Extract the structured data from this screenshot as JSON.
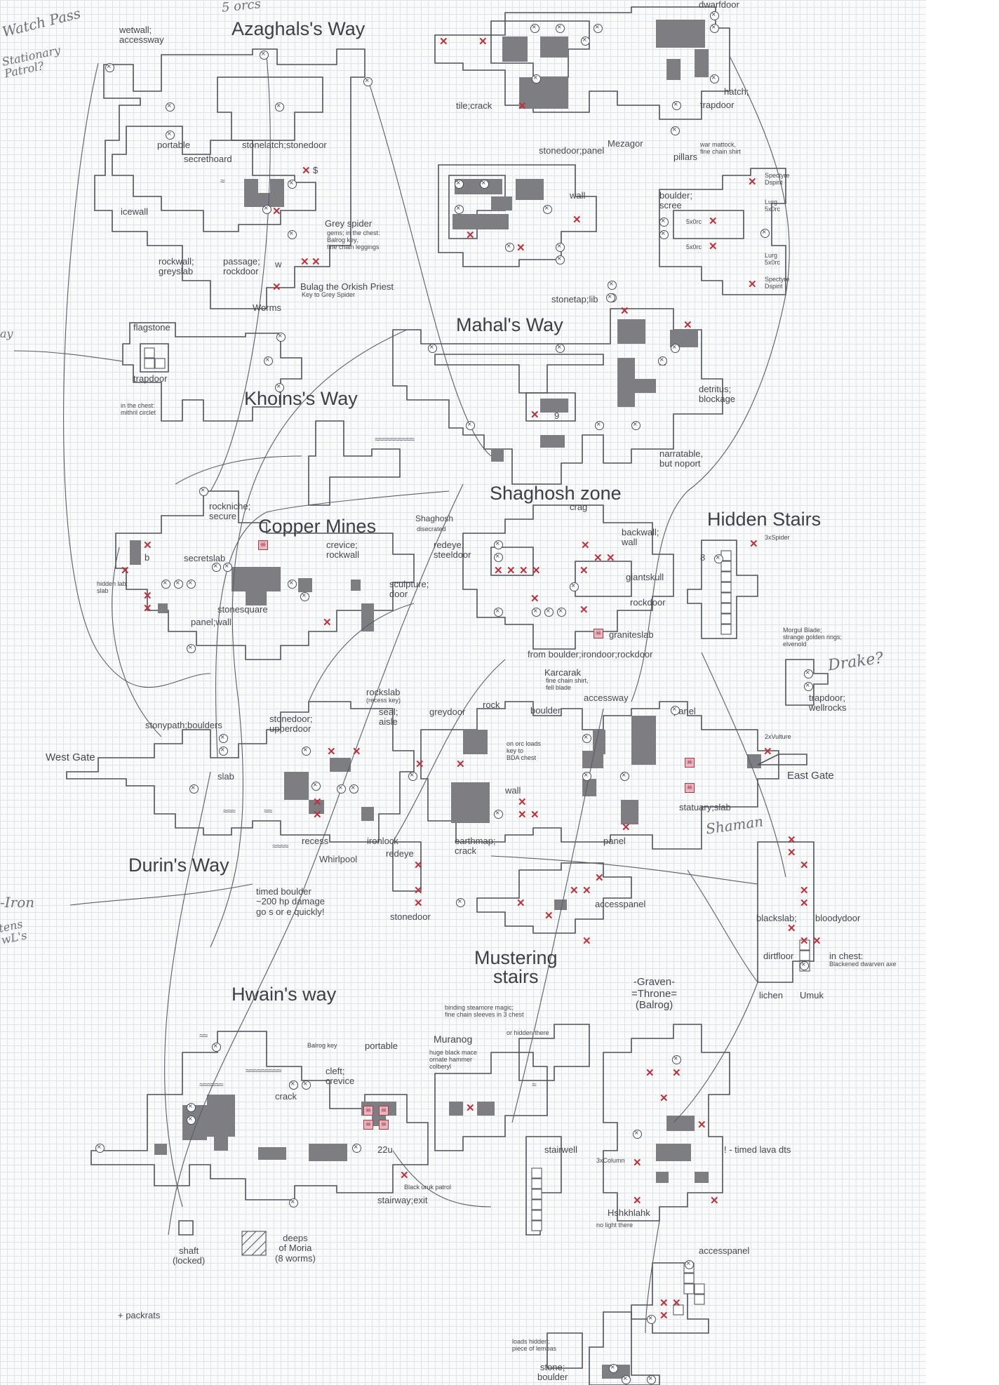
{
  "regions": {
    "azaghal": "Azaghals's Way",
    "mahal": "Mahal's Way",
    "khoin": "Khoins's Way",
    "shaghosh": "Shaghosh zone",
    "copper": "Copper Mines",
    "hidden": "Hidden Stairs",
    "durin": "Durin's Way",
    "mustering": "Mustering\nstairs",
    "hwain": "Hwain's way",
    "throne": "-Graven-\n=Throne=\n(Balrog)",
    "west_gate": "West Gate",
    "east_gate": "East Gate"
  },
  "labels": {
    "wetwall": "wetwall;\naccessway",
    "dwarfdoor": "dwarfdoor",
    "portable_top": "portable",
    "secrethoard": "secrethoard",
    "stonelatch": "stonelatch;stonedoor",
    "icewall": "icewall",
    "tilecrack": "tile;crack",
    "hatch": "hatch;",
    "trapdoor_top": "trapdoor",
    "stonedoor_panel": "stonedoor;panel",
    "mezagor": "Mezagor",
    "pillars": "pillars",
    "grey_spider": "Grey spider",
    "rockwall_greyslab": "rockwall;\ngreyslab",
    "passage_rockdoor": "passage;\nrockdoor",
    "bulag": "Bulag the Orkish Priest",
    "worms": "Worms",
    "wall_mid": "wall",
    "boulder_scree": "boulder;\nscree",
    "stonetap": "stonetap;lib",
    "flagstone": "flagstone",
    "trapdoor_left": "trapdoor",
    "detritus": "detritus;\nblockage",
    "narratable": "narratable,\nbut noport",
    "rockniche": "rockniche;\nsecure",
    "secretslab": "secretslab",
    "crevice_rockwall": "crevice;\nrockwall",
    "shaghosh_npc": "Shaghosh",
    "redeye_steeldoor": "redeye;\nsteeldoor",
    "crag": "crag",
    "backwall": "backwall;\nwall",
    "giantskull": "giantskull",
    "sculpture_door": "sculpture;\ndoor",
    "rockdoor_mid": "rockdoor",
    "graniteslab": "graniteslab",
    "stonesquare": "stonesquare",
    "panelwall": "panel;wall",
    "from_boulder": "from boulder;irondoor;rockdoor",
    "karcarak": "Karcarak",
    "rockslab": "rockslab",
    "stonedoor_upperdoor": "stonedoor;\nupperdoor",
    "seal_aisle": "seal;\naisle",
    "greydoor": "greydoor",
    "rock": "rock",
    "boulder_mid": "boulder",
    "accessway": "accessway",
    "panel_right": "panel",
    "stonypath": "stonypath;boulders",
    "slab": "slab",
    "recess": "recess",
    "ironlock": "ironlock",
    "whirlpool": "Whirlpool",
    "redeye_low": "redeye",
    "earthmap_crack": "earthmap;\ncrack",
    "wall_low": "wall",
    "panel_low": "panel",
    "statuary_slab": "statuary;slab",
    "trapdoor_wellrocks": "trapdoor;\nwellrocks",
    "timed_boulder": "timed boulder\n~200 hp damage\ngo s or e quickly!",
    "stonedoor_low": "stonedoor",
    "accesspanel_mid": "accesspanel",
    "blackslab": "blackslab;",
    "bloodydoor": "bloodydoor",
    "dirtfloor": "dirtfloor",
    "in_chest": "in chest:",
    "lichen": "lichen",
    "umuk": "Umuk",
    "balrog_key": "Balrog key",
    "portable_low": "portable",
    "cleft_crevice": "cleft;\ncrevice",
    "crack_low": "crack",
    "muranog": "Muranog",
    "stairwell": "stairwell",
    "timed_lava": "! - timed lava dts",
    "stairway_exit": "stairway;exit",
    "hshkhlahk": "Hshkhlahk",
    "shaft": "shaft\n(locked)",
    "deeps": "deeps\nof Moria\n(8 worms)",
    "accesspanel_low": "accesspanel",
    "stone_boulder": "stone;\nboulder",
    "packrats": "+ packrats",
    "twentytwo_u": "22u"
  },
  "small_notes": {
    "gems_chest": "gems; in the chest:\nBalrog key,\nfine chain leggings",
    "bulag_key": "Key to Grey Spider",
    "warmattock": "war mattock,\nfine chain shirt",
    "spectres_a": "Spectyre\nDspirit",
    "lurg_a": "Lurg\n5x0rc",
    "five_orc_a": "5x0rc",
    "five_orc_b": "5x0rc",
    "lurg_b": "Lurg\n5x0rc",
    "spectres_b": "Spectyre\nDspirit",
    "mithril": "in the chest:\nmithril circlet",
    "hidden_lab": "hidden lab;\nslab",
    "shaghosh_note": "disecrated",
    "spider_note": "3xSpider",
    "morgul": "Morgul Blade;\nstrange golden rings;\nelvenold",
    "karcarak_note": "fine chain shirt,\nfell blade",
    "rockslab_note": "(recess key)",
    "orc_loads": "on orc loads\nkey to\nBDA chest",
    "vulture": "2xVulture",
    "blackened_axe": "Blackened dwarven axe",
    "binding": "binding steamore magic;\nfine chain sleeves in 3 chest",
    "hidden_there": "or hidden there",
    "huge_mace": "huge black mace\nornate hammer\ncolberyl",
    "three_column": "3xColumn",
    "black_uruk": "Black uruk patrol",
    "no_light": "no light there",
    "loads_hidden": "loads hidden:\npiece of lembas"
  },
  "handwriting": {
    "watch_pass": "Watch Pass",
    "stationary": "Stationary\nPatrol?",
    "five_orcs": "5 orcs",
    "left_mark": "ay",
    "iron": "-Iron",
    "items_left": "tens\nwL's",
    "drake": "Drake?",
    "shaman": "Shaman"
  },
  "room_marks": {
    "b_mark": "b",
    "nine_mark": "9",
    "eight_mark": "8",
    "w_mark": "w",
    "dollar": "$"
  },
  "colors": {
    "ink": "#50535e",
    "solid_room": "#7d7d82",
    "danger_x": "#c0303a",
    "monster_pink": "#e8b8c0",
    "grid": "#dfe4e8"
  }
}
